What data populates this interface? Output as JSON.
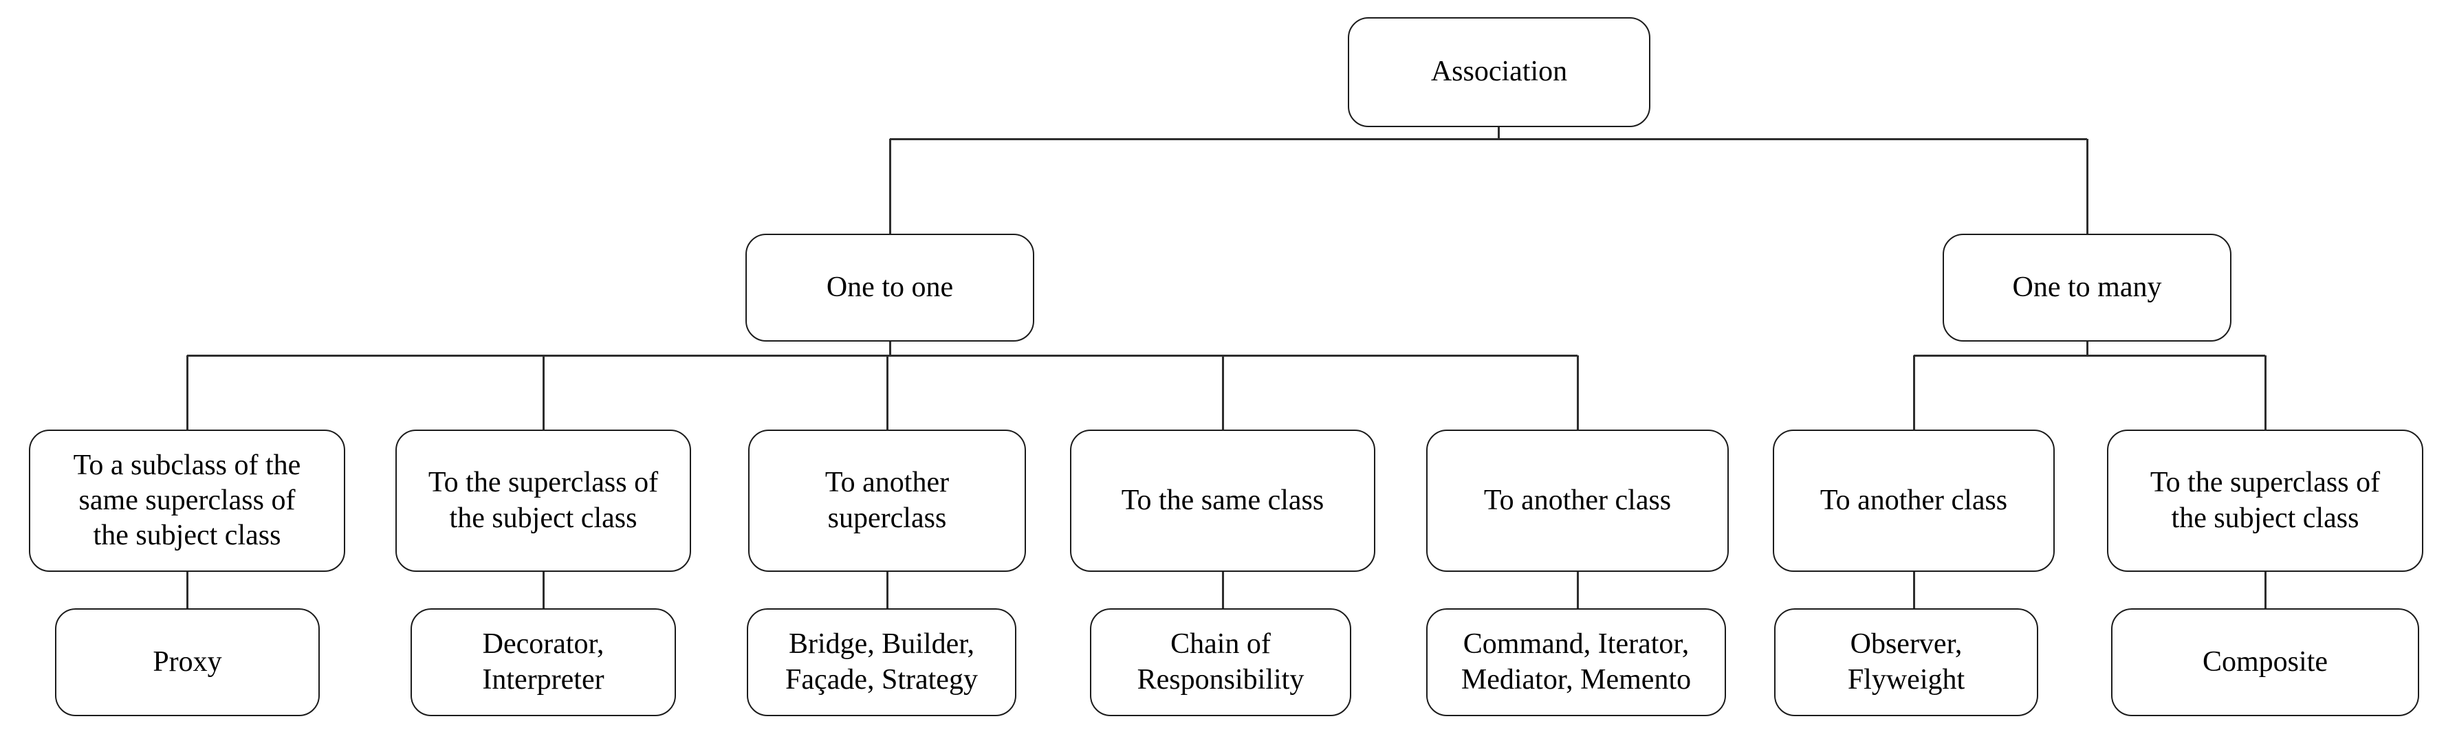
{
  "diagram": {
    "title": "Association",
    "colors": {
      "box_border": "#1c1c1c",
      "box_fill": "#ffffff",
      "line": "#2e2e2e",
      "text": "#000000",
      "background": "#ffffff"
    },
    "nodes": [
      {
        "id": "association",
        "label": "Association",
        "parent": null
      },
      {
        "id": "one-to-one",
        "label": "One to one",
        "parent": "association"
      },
      {
        "id": "one-to-many",
        "label": "One to many",
        "parent": "association"
      },
      {
        "id": "to-subclass-of-same-superclass",
        "label": "To a subclass of the\nsame superclass of\nthe subject class",
        "parent": "one-to-one"
      },
      {
        "id": "to-superclass-of-subject-1",
        "label": "To the superclass of\nthe subject class",
        "parent": "one-to-one"
      },
      {
        "id": "to-another-superclass",
        "label": "To another\nsuperclass",
        "parent": "one-to-one"
      },
      {
        "id": "to-the-same-class",
        "label": "To the same class",
        "parent": "one-to-one"
      },
      {
        "id": "to-another-class-1",
        "label": "To another class",
        "parent": "one-to-one"
      },
      {
        "id": "to-another-class-2",
        "label": "To another class",
        "parent": "one-to-many"
      },
      {
        "id": "to-superclass-of-subject-2",
        "label": "To the superclass of\nthe subject class",
        "parent": "one-to-many"
      },
      {
        "id": "patterns-proxy",
        "label": "Proxy",
        "parent": "to-subclass-of-same-superclass"
      },
      {
        "id": "patterns-decorator-interpreter",
        "label": "Decorator,\nInterpreter",
        "parent": "to-superclass-of-subject-1"
      },
      {
        "id": "patterns-bridge-builder-facade-strategy",
        "label": "Bridge, Builder,\nFaçade, Strategy",
        "parent": "to-another-superclass"
      },
      {
        "id": "patterns-chain-of-responsibility",
        "label": "Chain of\nResponsibility",
        "parent": "to-the-same-class"
      },
      {
        "id": "patterns-command-iterator-mediator-memento",
        "label": "Command, Iterator,\nMediator, Memento",
        "parent": "to-another-class-1"
      },
      {
        "id": "patterns-observer-flyweight",
        "label": "Observer,\nFlyweight",
        "parent": "to-another-class-2"
      },
      {
        "id": "patterns-composite",
        "label": "Composite",
        "parent": "to-superclass-of-subject-2"
      }
    ]
  }
}
